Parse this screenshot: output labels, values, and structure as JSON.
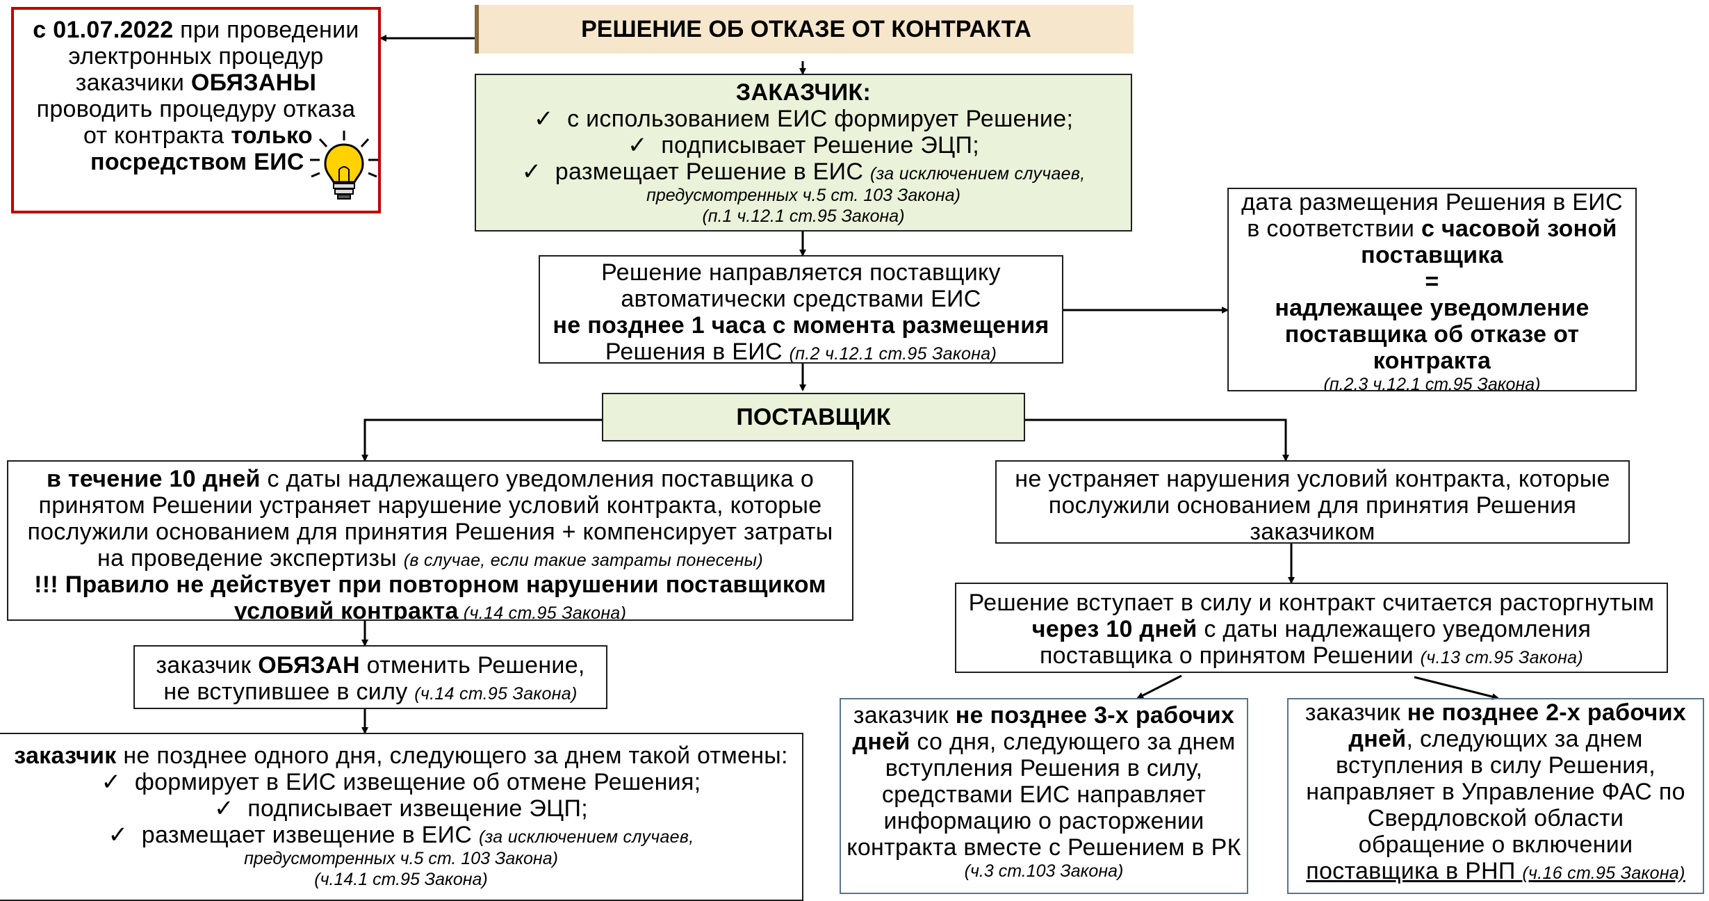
{
  "colors": {
    "title_bg": "#f6e6cb",
    "green_bg": "#eaf2d9",
    "red_border": "#c00000",
    "blue_border": "#5a7390",
    "bulb": "#ffd200"
  },
  "title": "РЕШЕНИЕ ОБ ОТКАЗЕ ОТ КОНТРАКТА",
  "note": {
    "l1_b": "с 01.07.2022",
    "l1": " при проведении",
    "l2": "электронных процедур",
    "l3": "заказчики ",
    "l3_b": "ОБЯЗАНЫ",
    "l4": "проводить процедуру отказа",
    "l5": "от контракта ",
    "l5_b": "только",
    "l6_b": "посредством ЕИС",
    "icon": "lightbulb-icon"
  },
  "customer": {
    "title": "ЗАКАЗЧИК:",
    "i1": "с использованием ЕИС формирует Решение;",
    "i2": "подписывает Решение ЭЦП;",
    "i3": "размещает Решение в ЕИС ",
    "i3_note": "(за исключением случаев,",
    "i3_note2": "предусмотренных ч.5 ст. 103 Закона)",
    "ref": "(п.1 ч.12.1 ст.95 Закона)"
  },
  "send": {
    "l1": "Решение направляется поставщику",
    "l2": "автоматически средствами ЕИС",
    "l3_b": "не позднее 1 часа с момента размещения",
    "l4": "Решения в ЕИС ",
    "ref": "(п.2 ч.12.1 ст.95 Закона)"
  },
  "date": {
    "l1": "дата размещения Решения в ЕИС",
    "l2": "в соответствии ",
    "l2_b": "с часовой зоной",
    "l3_b": "поставщика",
    "l4_b": "=",
    "l5_b": "надлежащее уведомление",
    "l6_b": "поставщика об отказе от",
    "l7_b": "контракта",
    "ref": "(п.2,3 ч.12.1 ст.95 Закона)"
  },
  "supplier": "ПОСТАВЩИК",
  "left1": {
    "l1_b": "в течение 10 дней",
    "l1": " с даты надлежащего уведомления поставщика о",
    "l2": "принятом Решении устраняет нарушение условий контракта, которые",
    "l3": "послужили основанием для принятия Решения + компенсирует затраты",
    "l4": "на проведение экспертизы ",
    "l4_note": "(в случае, если такие затраты понесены)",
    "l5_b": "!!! Правило не действует при повторном нарушении поставщиком",
    "l6_b": "условий контракта",
    "l6_ref": " (ч.14 ст.95 Закона)"
  },
  "left2": {
    "l1": "заказчик ",
    "l1_b": "ОБЯЗАН",
    "l1_end": " отменить Решение,",
    "l2": "не вступившее в силу ",
    "l2_ref": "(ч.14 ст.95 Закона)"
  },
  "left3": {
    "l1_b": "заказчик",
    "l1": " не позднее одного дня, следующего за днем такой отмены:",
    "i1": "формирует в ЕИС извещение об отмене Решения;",
    "i2": "подписывает извещение ЭЦП;",
    "i3": "размещает извещение в ЕИС ",
    "i3_note": "(за исключением случаев,",
    "note2": "предусмотренных ч.5 ст. 103 Закона)",
    "ref": "(ч.14.1 ст.95 Закона)"
  },
  "right1": {
    "l1": "не устраняет нарушения условий контракта, которые",
    "l2": "послужили основанием для принятия Решения",
    "l3": "заказчиком"
  },
  "right2": {
    "l1": "Решение вступает в силу и контракт считается расторгнутым",
    "l2_b": "через 10 дней",
    "l2": " с даты надлежащего уведомления",
    "l3": "поставщика о принятом Решении ",
    "l3_ref": "(ч.13 ст.95 Закона)"
  },
  "right3": {
    "l1": "заказчик ",
    "l1_b": "не позднее 3-х рабочих",
    "l2_b": "дней",
    "l2": " со дня, следующего за днем",
    "l3": "вступления Решения в силу,",
    "l4": "средствами ЕИС направляет",
    "l5": "информацию о расторжении",
    "l6": "контракта вместе с Решением в РК",
    "ref": "(ч.3 ст.103 Закона)"
  },
  "right4": {
    "l1": "заказчик ",
    "l1_b": "не позднее 2-х рабочих",
    "l2_b": "дней",
    "l2": ", следующих за днем",
    "l3": "вступления в силу Решения,",
    "l4": "направляет в Управление ФАС по",
    "l5": "Свердловской области",
    "l6": "обращение о включении",
    "l7": "поставщика в РНП ",
    "l7_ref": "(ч.16 ст.95 Закона)"
  }
}
